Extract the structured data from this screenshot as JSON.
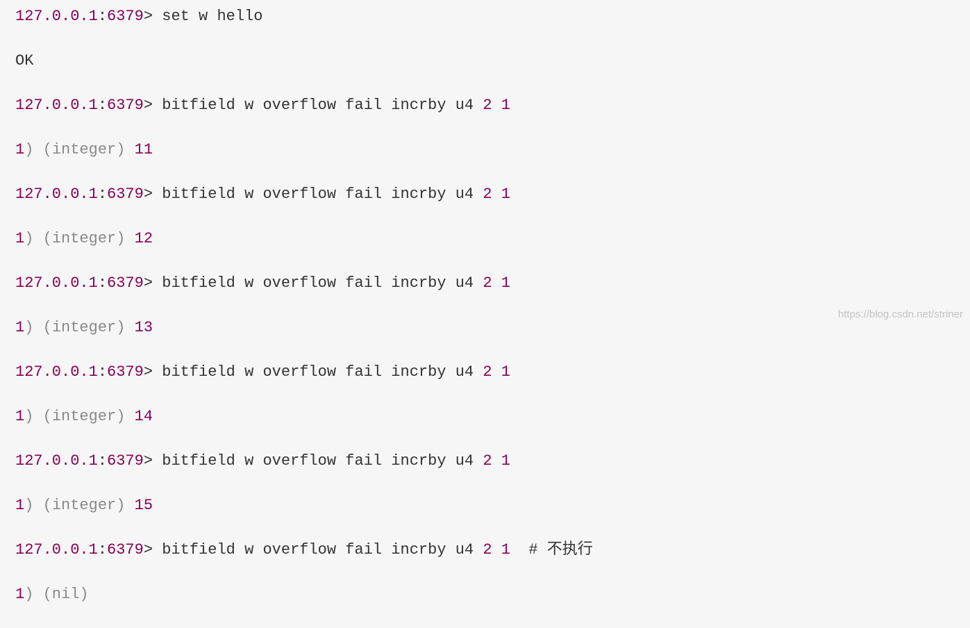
{
  "colors": {
    "background": "#f6f6f6",
    "number": "#880052",
    "text": "#333333",
    "paren": "#888888",
    "watermark": "#c2c2c2"
  },
  "terminal": {
    "prompt": {
      "host": "127.0.0.1",
      "sep": ":",
      "port": "6379",
      "arrow": ">"
    },
    "lines": [
      {
        "kind": "cmd",
        "cmd": " set w hello",
        "tail": ""
      },
      {
        "kind": "ok",
        "text": "OK"
      },
      {
        "kind": "cmd",
        "cmd": " bitfield w overflow fail incrby u4 ",
        "n1": "2",
        "n2": "1",
        "tail": ""
      },
      {
        "kind": "int",
        "idx": "1",
        "value": "11"
      },
      {
        "kind": "cmd",
        "cmd": " bitfield w overflow fail incrby u4 ",
        "n1": "2",
        "n2": "1",
        "tail": ""
      },
      {
        "kind": "int",
        "idx": "1",
        "value": "12"
      },
      {
        "kind": "cmd",
        "cmd": " bitfield w overflow fail incrby u4 ",
        "n1": "2",
        "n2": "1",
        "tail": ""
      },
      {
        "kind": "int",
        "idx": "1",
        "value": "13"
      },
      {
        "kind": "cmd",
        "cmd": " bitfield w overflow fail incrby u4 ",
        "n1": "2",
        "n2": "1",
        "tail": ""
      },
      {
        "kind": "int",
        "idx": "1",
        "value": "14"
      },
      {
        "kind": "cmd",
        "cmd": " bitfield w overflow fail incrby u4 ",
        "n1": "2",
        "n2": "1",
        "tail": ""
      },
      {
        "kind": "int",
        "idx": "1",
        "value": "15"
      },
      {
        "kind": "cmd",
        "cmd": " bitfield w overflow fail incrby u4 ",
        "n1": "2",
        "n2": "1",
        "tail": "  # 不执行"
      },
      {
        "kind": "nil",
        "idx": "1",
        "value": "(nil)"
      }
    ]
  },
  "watermark": "https://blog.csdn.net/striner"
}
